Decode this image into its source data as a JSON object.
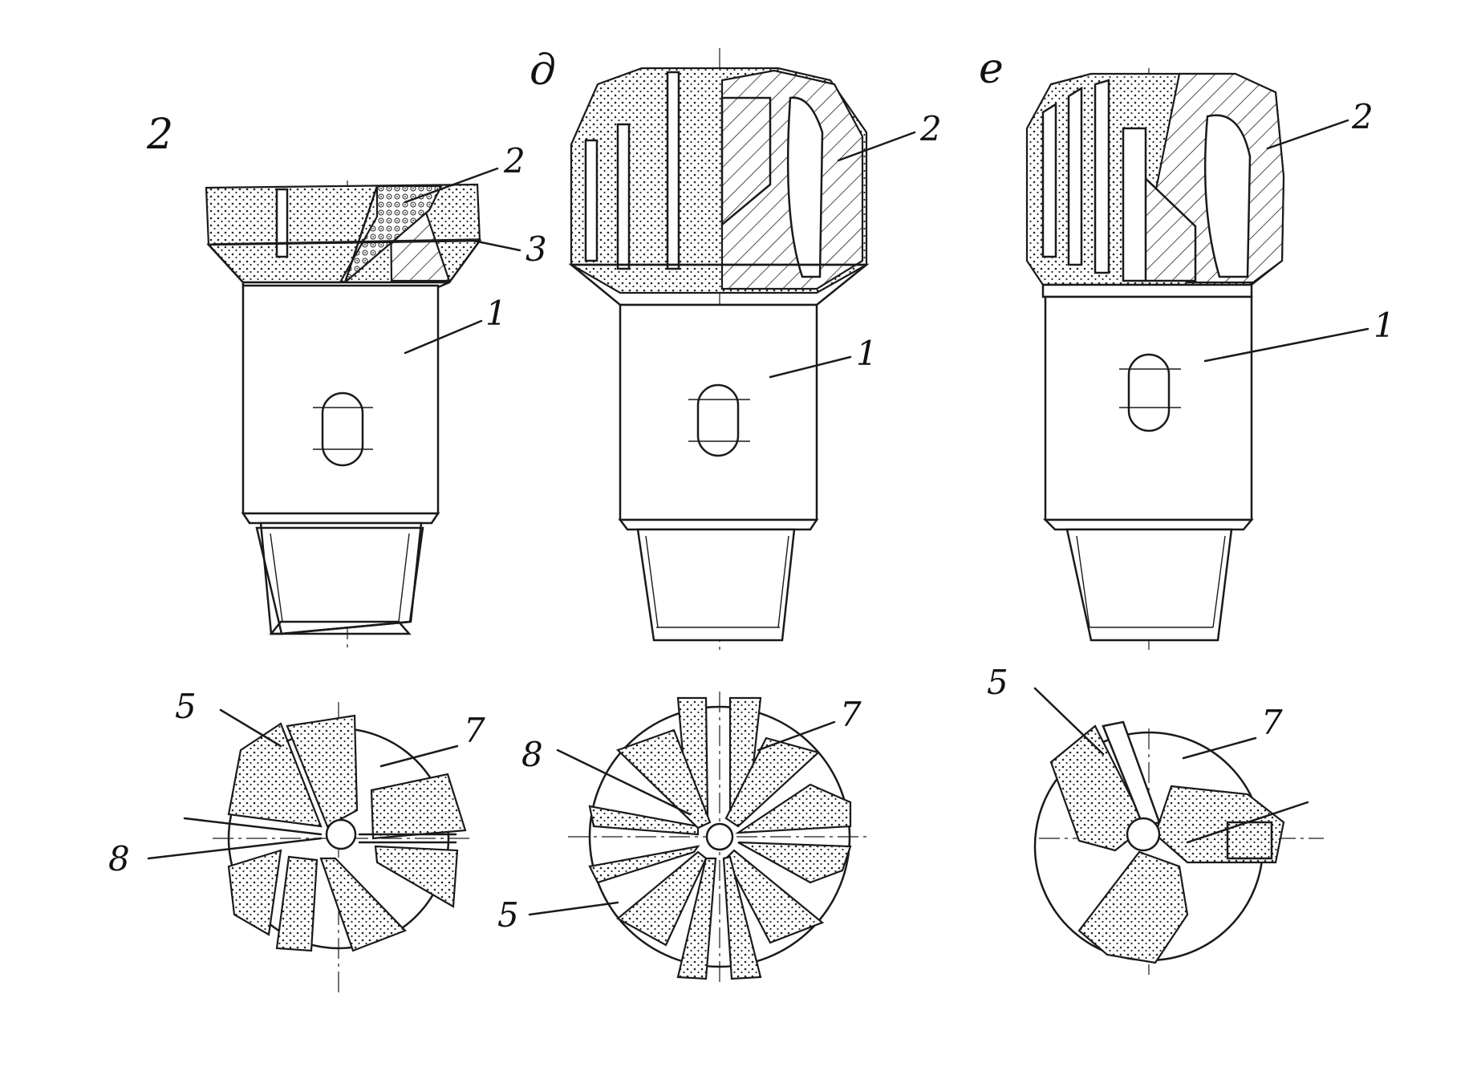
{
  "colors": {
    "ink": "#1a1a1a",
    "paper": "#ffffff"
  },
  "views": {
    "left": {
      "letter": "2"
    },
    "middle": {
      "letter": "д"
    },
    "right": {
      "letter": "е"
    }
  },
  "callouts": {
    "n1": "1",
    "n2": "2",
    "n3": "3",
    "n5": "5",
    "n7": "7",
    "n8": "8"
  }
}
